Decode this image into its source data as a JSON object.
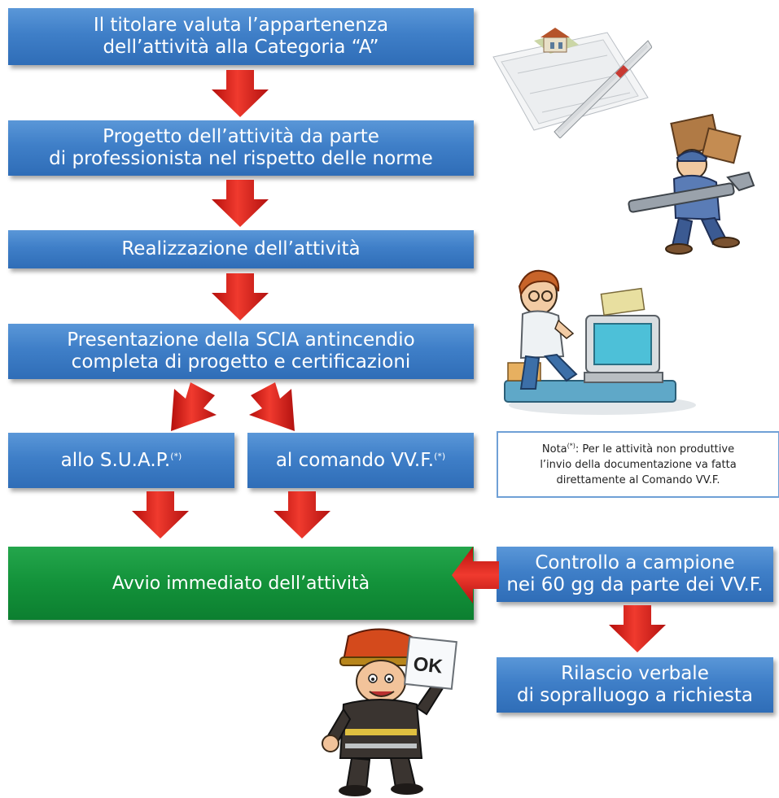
{
  "colors": {
    "step_blue": "#3f7fc8",
    "start_green": "#13923a",
    "arrow_red": "#e0201c",
    "note_border": "#6fa0d6"
  },
  "steps": {
    "valutazione": {
      "line1": "Il titolare valuta l’appartenenza",
      "line2": "dell’attività alla Categoria “A”"
    },
    "progetto": {
      "line1": "Progetto dell’attività da parte",
      "line2": "di professionista nel rispetto delle norme"
    },
    "realizzazione": {
      "label": "Realizzazione dell’attività"
    },
    "presentazione": {
      "line1": "Presentazione della SCIA antincendio",
      "line2": "completa di progetto e certificazioni"
    },
    "suap": {
      "label": "allo S.U.A.P.",
      "sup": "(*)"
    },
    "comando": {
      "label": "al comando VV.F.",
      "sup": "(*)"
    },
    "avvio": {
      "label": "Avvio immediato dell’attività"
    },
    "controllo": {
      "line1": "Controllo a campione",
      "line2": "nei 60 gg da parte dei VV.F."
    },
    "rilascio": {
      "line1": "Rilascio verbale",
      "line2": "di sopralluogo a richiesta"
    }
  },
  "note": {
    "prefix": "Nota",
    "sup": "(*)",
    "line1": ": Per le attività non produttive",
    "line2": "l’invio della documentazione va fatta",
    "line3": "direttamente al Comando VV.F."
  },
  "illustrations": {
    "plans": "blueprint-ruler-illustration",
    "worker": "worker-with-wrench-illustration",
    "clerk": "office-worker-computer-illustration",
    "firefighter": "firefighter-ok-sign-illustration",
    "ok_sign": "OK"
  }
}
